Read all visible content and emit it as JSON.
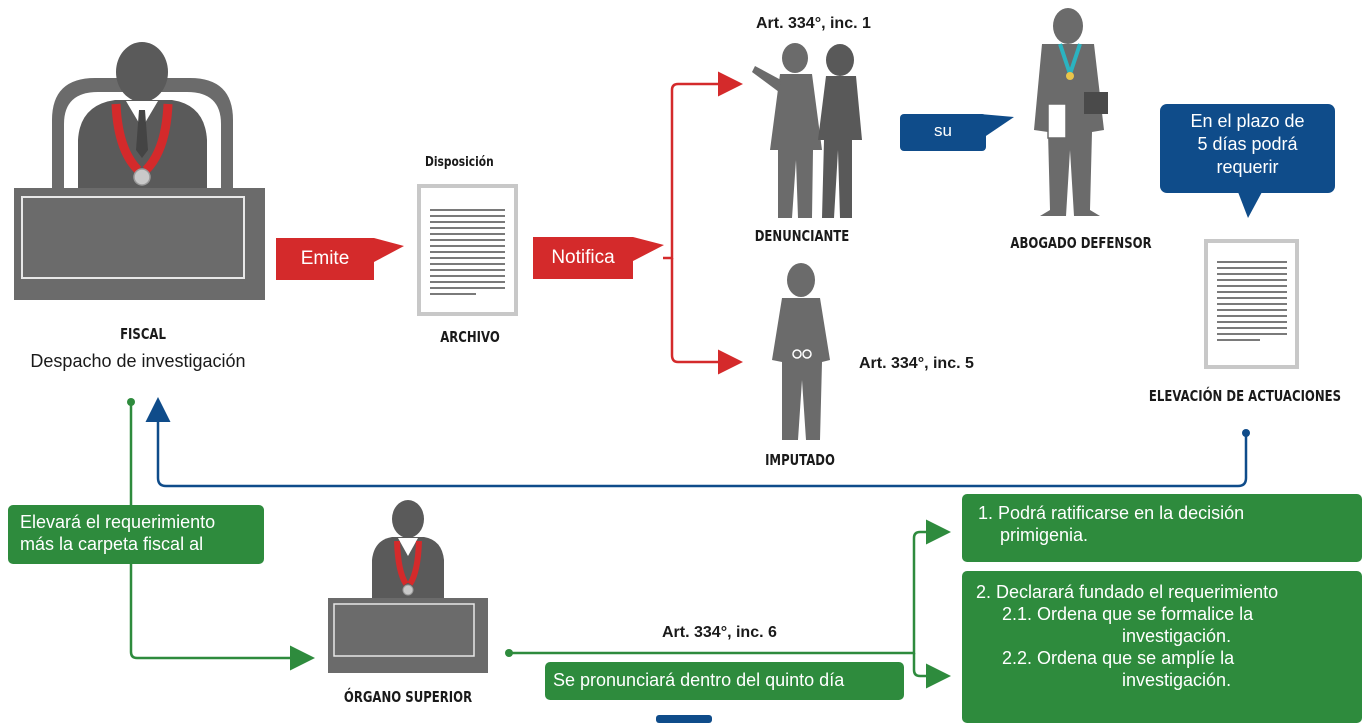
{
  "fiscal": {
    "title": "FISCAL",
    "subtitle": "Despacho de investigación"
  },
  "archivo": {
    "header": "Disposición",
    "caption": "ARCHIVO"
  },
  "bubbles": {
    "emite": "Emite",
    "notifica": "Notifica",
    "su": "su"
  },
  "denunciante": {
    "art": "Art. 334°, inc. 1",
    "caption": "DENUNCIANTE"
  },
  "abogado": {
    "caption": "ABOGADO DEFENSOR"
  },
  "imputado": {
    "art": "Art. 334°, inc. 5",
    "caption": "IMPUTADO"
  },
  "elevacion": {
    "note_lines": [
      "En el plazo de",
      "5 días podrá",
      "requerir"
    ],
    "caption": "ELEVACIÓN DE ACTUACIONES"
  },
  "elevara": {
    "lines": [
      "Elevará el requerimiento",
      "más la carpeta fiscal al"
    ]
  },
  "organo": {
    "caption": "ÓRGANO SUPERIOR",
    "art": "Art. 334°, inc. 6",
    "pronuncia": "Se pronunciará dentro del quinto día"
  },
  "outcomes": {
    "first": [
      "1. Podrá ratificarse en la decisión",
      "primigenia."
    ],
    "second": [
      "2. Declarará fundado el requerimiento",
      "2.1. Ordena que se formalice la",
      "investigación.",
      "2.2. Ordena que se amplíe la",
      "investigación."
    ]
  },
  "colors": {
    "red": "#d42a2b",
    "green": "#2e8b3d",
    "blue": "#0f4c8a",
    "figure": "#6b6b6b",
    "figure_dark": "#4e4e4e"
  }
}
